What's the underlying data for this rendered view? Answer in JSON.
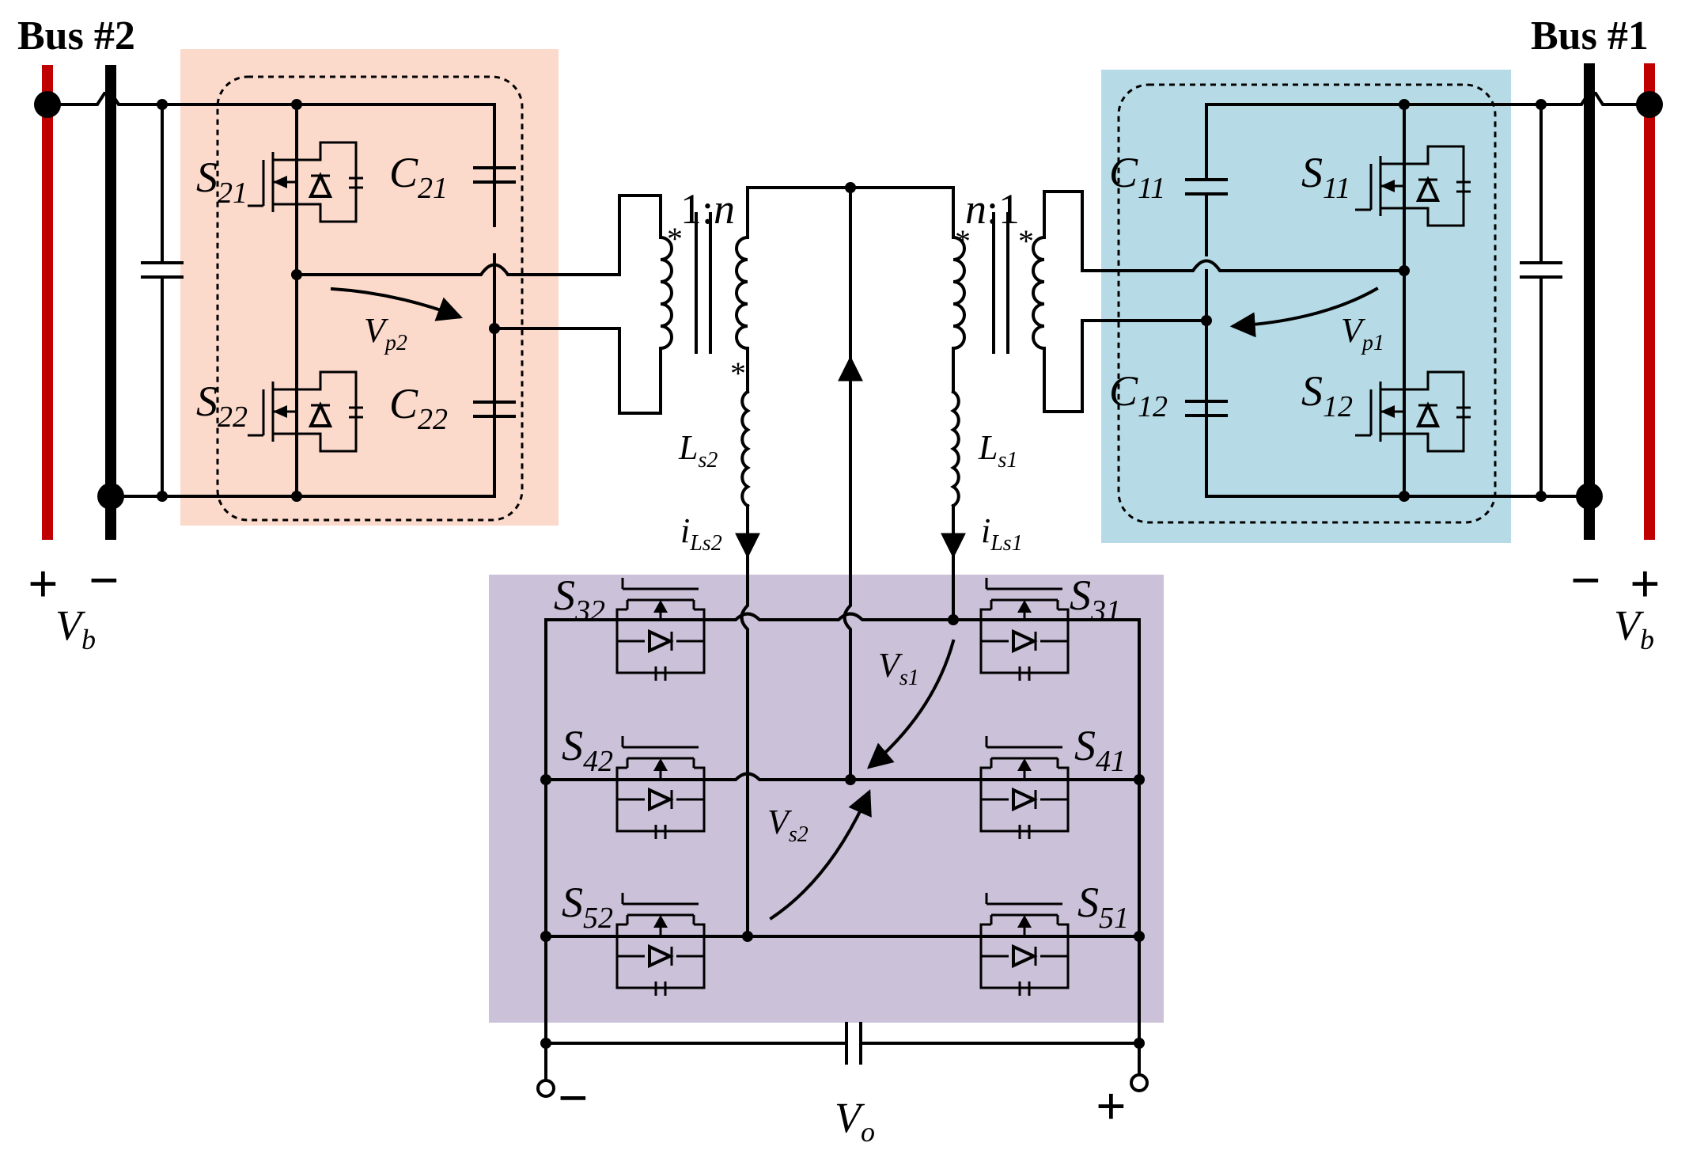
{
  "colors": {
    "bus2_block": "#fbd9cb",
    "bus1_block": "#b7dbe6",
    "output_block": "#cbc1d9",
    "rail_positive": "#c00000",
    "rail_negative": "#000000"
  },
  "bus_labels": {
    "left": "Bus #2",
    "right": "Bus #1"
  },
  "bus_voltage": {
    "main": "V",
    "sub": "b"
  },
  "output_voltage": {
    "main": "V",
    "sub": "o"
  },
  "polarity": {
    "plus": "+",
    "minus": "−"
  },
  "transformer_ratios": {
    "left": {
      "a": "1",
      "sep": ":",
      "b": "n"
    },
    "right": {
      "a": "n",
      "sep": ":",
      "b": "1"
    }
  },
  "dot_marker": "*",
  "switches": {
    "s11": {
      "main": "S",
      "sub": "11"
    },
    "s12": {
      "main": "S",
      "sub": "12"
    },
    "s21": {
      "main": "S",
      "sub": "21"
    },
    "s22": {
      "main": "S",
      "sub": "22"
    },
    "s31": {
      "main": "S",
      "sub": "31"
    },
    "s32": {
      "main": "S",
      "sub": "32"
    },
    "s41": {
      "main": "S",
      "sub": "41"
    },
    "s42": {
      "main": "S",
      "sub": "42"
    },
    "s51": {
      "main": "S",
      "sub": "51"
    },
    "s52": {
      "main": "S",
      "sub": "52"
    }
  },
  "capacitors": {
    "c11": {
      "main": "C",
      "sub": "11"
    },
    "c12": {
      "main": "C",
      "sub": "12"
    },
    "c21": {
      "main": "C",
      "sub": "21"
    },
    "c22": {
      "main": "C",
      "sub": "22"
    }
  },
  "inductors": {
    "ls1": {
      "main": "L",
      "sub": "s1"
    },
    "ls2": {
      "main": "L",
      "sub": "s2"
    }
  },
  "currents": {
    "ils1": {
      "main": "i",
      "sub": "Ls1"
    },
    "ils2": {
      "main": "i",
      "sub": "Ls2"
    }
  },
  "voltages": {
    "vp1": {
      "main": "V",
      "sub": "p1"
    },
    "vp2": {
      "main": "V",
      "sub": "p2"
    },
    "vs1": {
      "main": "V",
      "sub": "s1"
    },
    "vs2": {
      "main": "V",
      "sub": "s2"
    }
  }
}
